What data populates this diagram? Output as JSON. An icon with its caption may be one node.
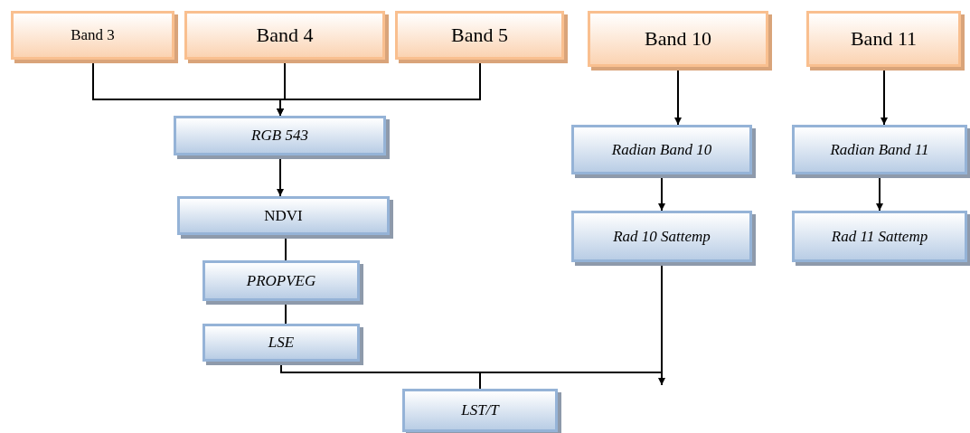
{
  "diagram": {
    "nodes": [
      {
        "text": [
          "Band 3"
        ]
      },
      {
        "text": [
          "Band 4"
        ]
      },
      {
        "text": [
          "Band 5"
        ]
      },
      {
        "text": [
          "Band 10"
        ]
      },
      {
        "text": [
          "Band 11"
        ]
      },
      {
        "text": [
          "RGB 543"
        ]
      },
      {
        "text": [
          "Radian Band 10"
        ]
      },
      {
        "text": [
          "Radian Band 11"
        ]
      },
      {
        "text": [
          "NDVI"
        ]
      },
      {
        "text": [
          "Rad 10 Sattemp"
        ]
      },
      {
        "text": [
          "Rad 11 Sattemp"
        ]
      },
      {
        "text": [
          "PROPVEG"
        ]
      },
      {
        "text": [
          "LSE"
        ]
      },
      {
        "text": [
          "LST/T"
        ]
      }
    ],
    "edges": [
      {
        "from": 0,
        "to": 5,
        "arrow": "to"
      },
      {
        "from": 1,
        "to": 5,
        "arrow": "to"
      },
      {
        "from": 2,
        "to": 5,
        "arrow": "to"
      },
      {
        "from": 3,
        "to": 6,
        "arrow": "to"
      },
      {
        "from": 4,
        "to": 7,
        "arrow": "to"
      },
      {
        "from": 5,
        "to": 8,
        "arrow": "to"
      },
      {
        "from": 6,
        "to": 9,
        "arrow": "to"
      },
      {
        "from": 7,
        "to": 10,
        "arrow": "to"
      },
      {
        "from": 8,
        "to": 11,
        "arrow": "none"
      },
      {
        "from": 11,
        "to": 12,
        "arrow": "none"
      },
      {
        "from": 12,
        "to": 13,
        "arrow": "none"
      },
      {
        "from": 9,
        "to": 13,
        "arrow": "none"
      },
      {
        "from": 9,
        "to": null,
        "arrow": "to"
      }
    ]
  }
}
